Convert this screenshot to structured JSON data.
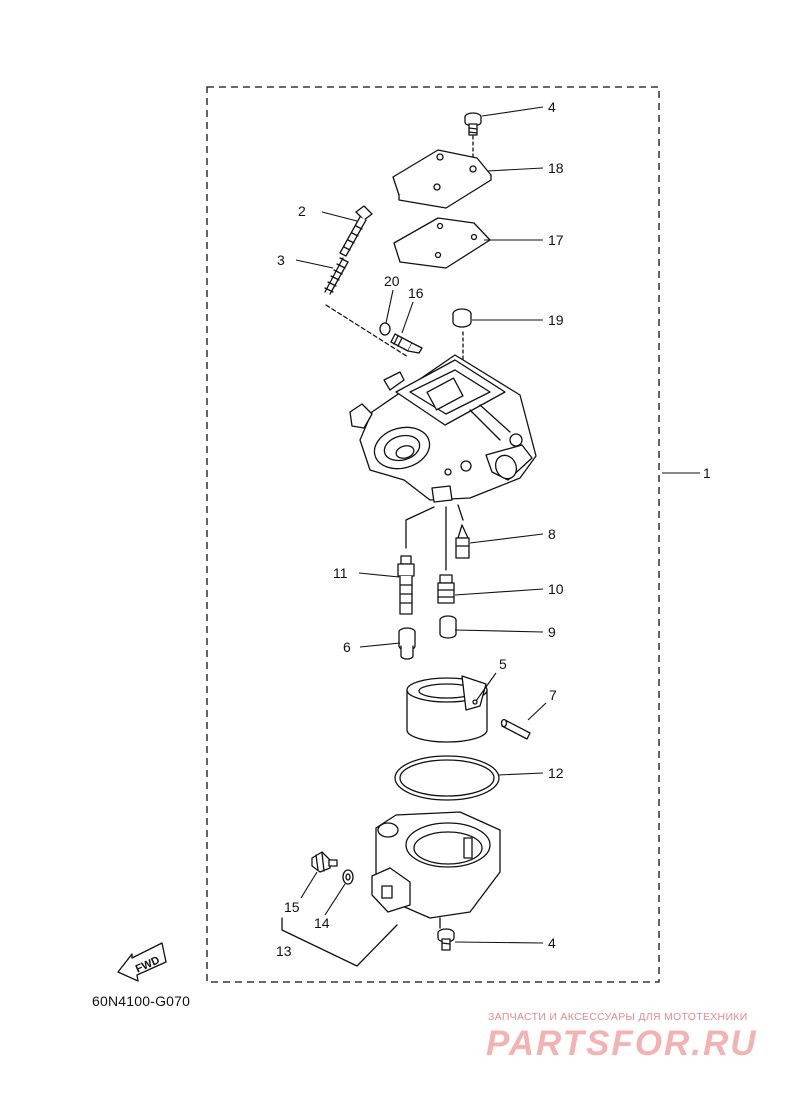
{
  "diagram_code": "60N4100-G070",
  "fwd_label": "FWD",
  "watermark": {
    "tagline": "ЗАПЧАСТИ И АКСЕССУАРЫ ДЛЯ МОТОТЕХНИКИ",
    "logo": "PARTSFOR.RU"
  },
  "callouts": {
    "c1": "1",
    "c2": "2",
    "c3": "3",
    "c4_top": "4",
    "c4_bottom": "4",
    "c5": "5",
    "c6": "6",
    "c7": "7",
    "c8": "8",
    "c9": "9",
    "c10": "10",
    "c11": "11",
    "c12": "12",
    "c13": "13",
    "c14": "14",
    "c15": "15",
    "c16": "16",
    "c17": "17",
    "c18": "18",
    "c19": "19",
    "c20": "20"
  }
}
